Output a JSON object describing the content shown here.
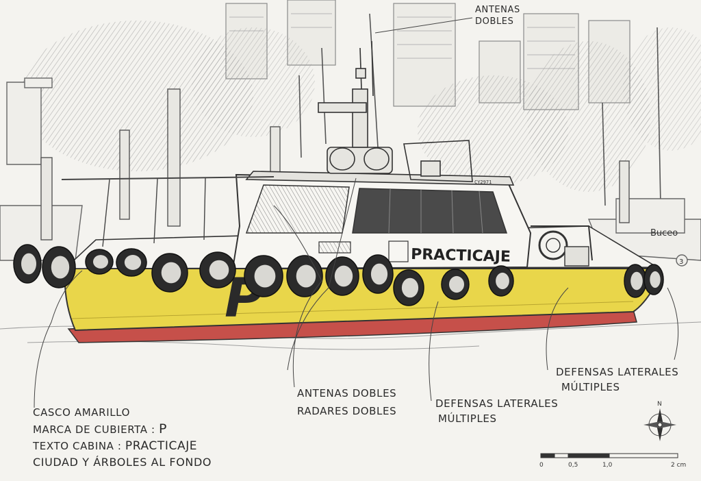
{
  "colors": {
    "paper": "#f4f3ef",
    "ink": "#3a3a3a",
    "hull_yellow": "#e9d64a",
    "hull_red": "#c6504a",
    "tire": "#2b2b2b"
  },
  "boat": {
    "cabin_text": "PRACTICAJE",
    "hull_mark": "P",
    "registration": "CY2971",
    "lifebuoy_icon": "lifebuoy-icon",
    "bg_boat_name": "Buceo",
    "bg_boat_number": "3"
  },
  "labels": {
    "top_antennas": [
      "ANTENAS",
      "DOBLES"
    ],
    "antennas_radars": [
      "ANTENAS DOBLES",
      "RADARES DOBLES"
    ],
    "fenders_mid": [
      "DEFENSAS LATERALES",
      "MÚLTIPLES"
    ],
    "fenders_right": [
      "DEFENSAS LATERALES",
      "MÚLTIPLES"
    ],
    "legend": {
      "hull": "CASCO AMARILLO",
      "deck_mark_label": "MARCA DE CUBIERTA :",
      "deck_mark_value": "P",
      "cabin_label": "TEXTO CABINA :",
      "cabin_value": "PRACTICAJE",
      "background": "CIUDAD Y ÁRBOLES AL FONDO"
    }
  },
  "compass": {
    "north_label": "N",
    "icon": "compass-rose-icon"
  },
  "scale_bar": {
    "ticks": [
      "0",
      "0,5",
      "1,0",
      "2 cm"
    ]
  }
}
